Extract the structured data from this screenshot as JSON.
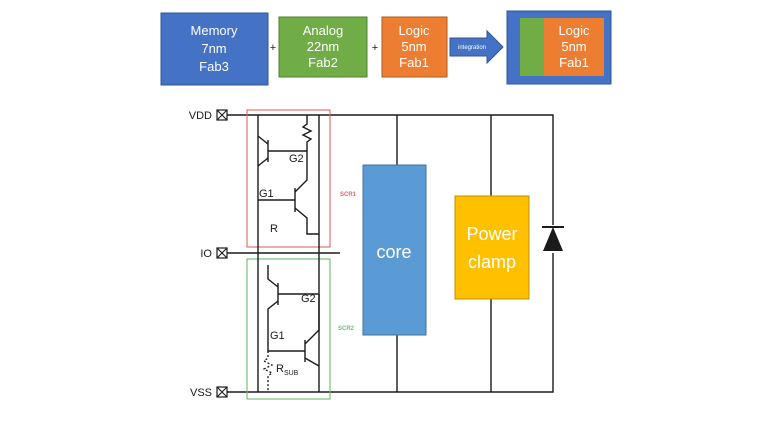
{
  "top": {
    "memory": [
      "Memory",
      "7nm",
      "Fab3"
    ],
    "analog": [
      "Analog",
      "22nm",
      "Fab2"
    ],
    "logic": [
      "Logic",
      "5nm",
      "Fab1"
    ],
    "arrow_label": "integration",
    "result_logic": [
      "Logic",
      "5nm",
      "Fab1"
    ],
    "plus": "+"
  },
  "pins": {
    "vdd": "VDD",
    "io": "IO",
    "vss": "VSS"
  },
  "scr1": {
    "label": "SCR1",
    "g2": "G2",
    "g1": "G1",
    "r": "R"
  },
  "scr2": {
    "label": "SCR2",
    "g2": "G2",
    "g1": "G1",
    "rsub_main": "R",
    "rsub_sub": "SUB"
  },
  "blocks": {
    "core": "core",
    "clamp": [
      "Power",
      "clamp"
    ]
  },
  "colors": {
    "memory": "#4472c4",
    "analog": "#70ad47",
    "logic": "#ed7d31",
    "core": "#5b9bd5",
    "clamp": "#ffc000",
    "scr1_box": "#e06666",
    "scr2_box": "#6abf69"
  }
}
